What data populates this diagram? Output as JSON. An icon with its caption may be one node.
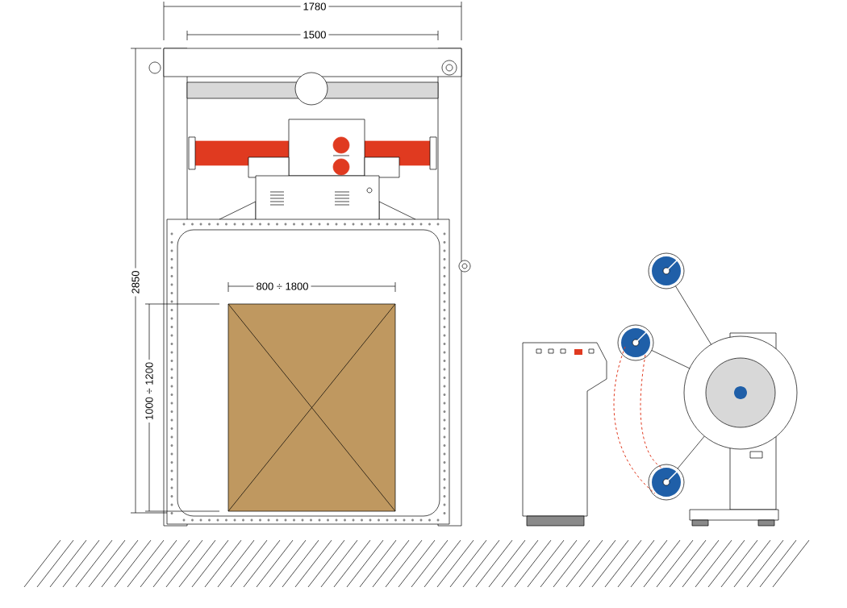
{
  "diagram": {
    "labels": [
      "1780",
      "1500",
      "2850",
      "800 ÷ 1800",
      "1000 ÷ 1200"
    ]
  }
}
